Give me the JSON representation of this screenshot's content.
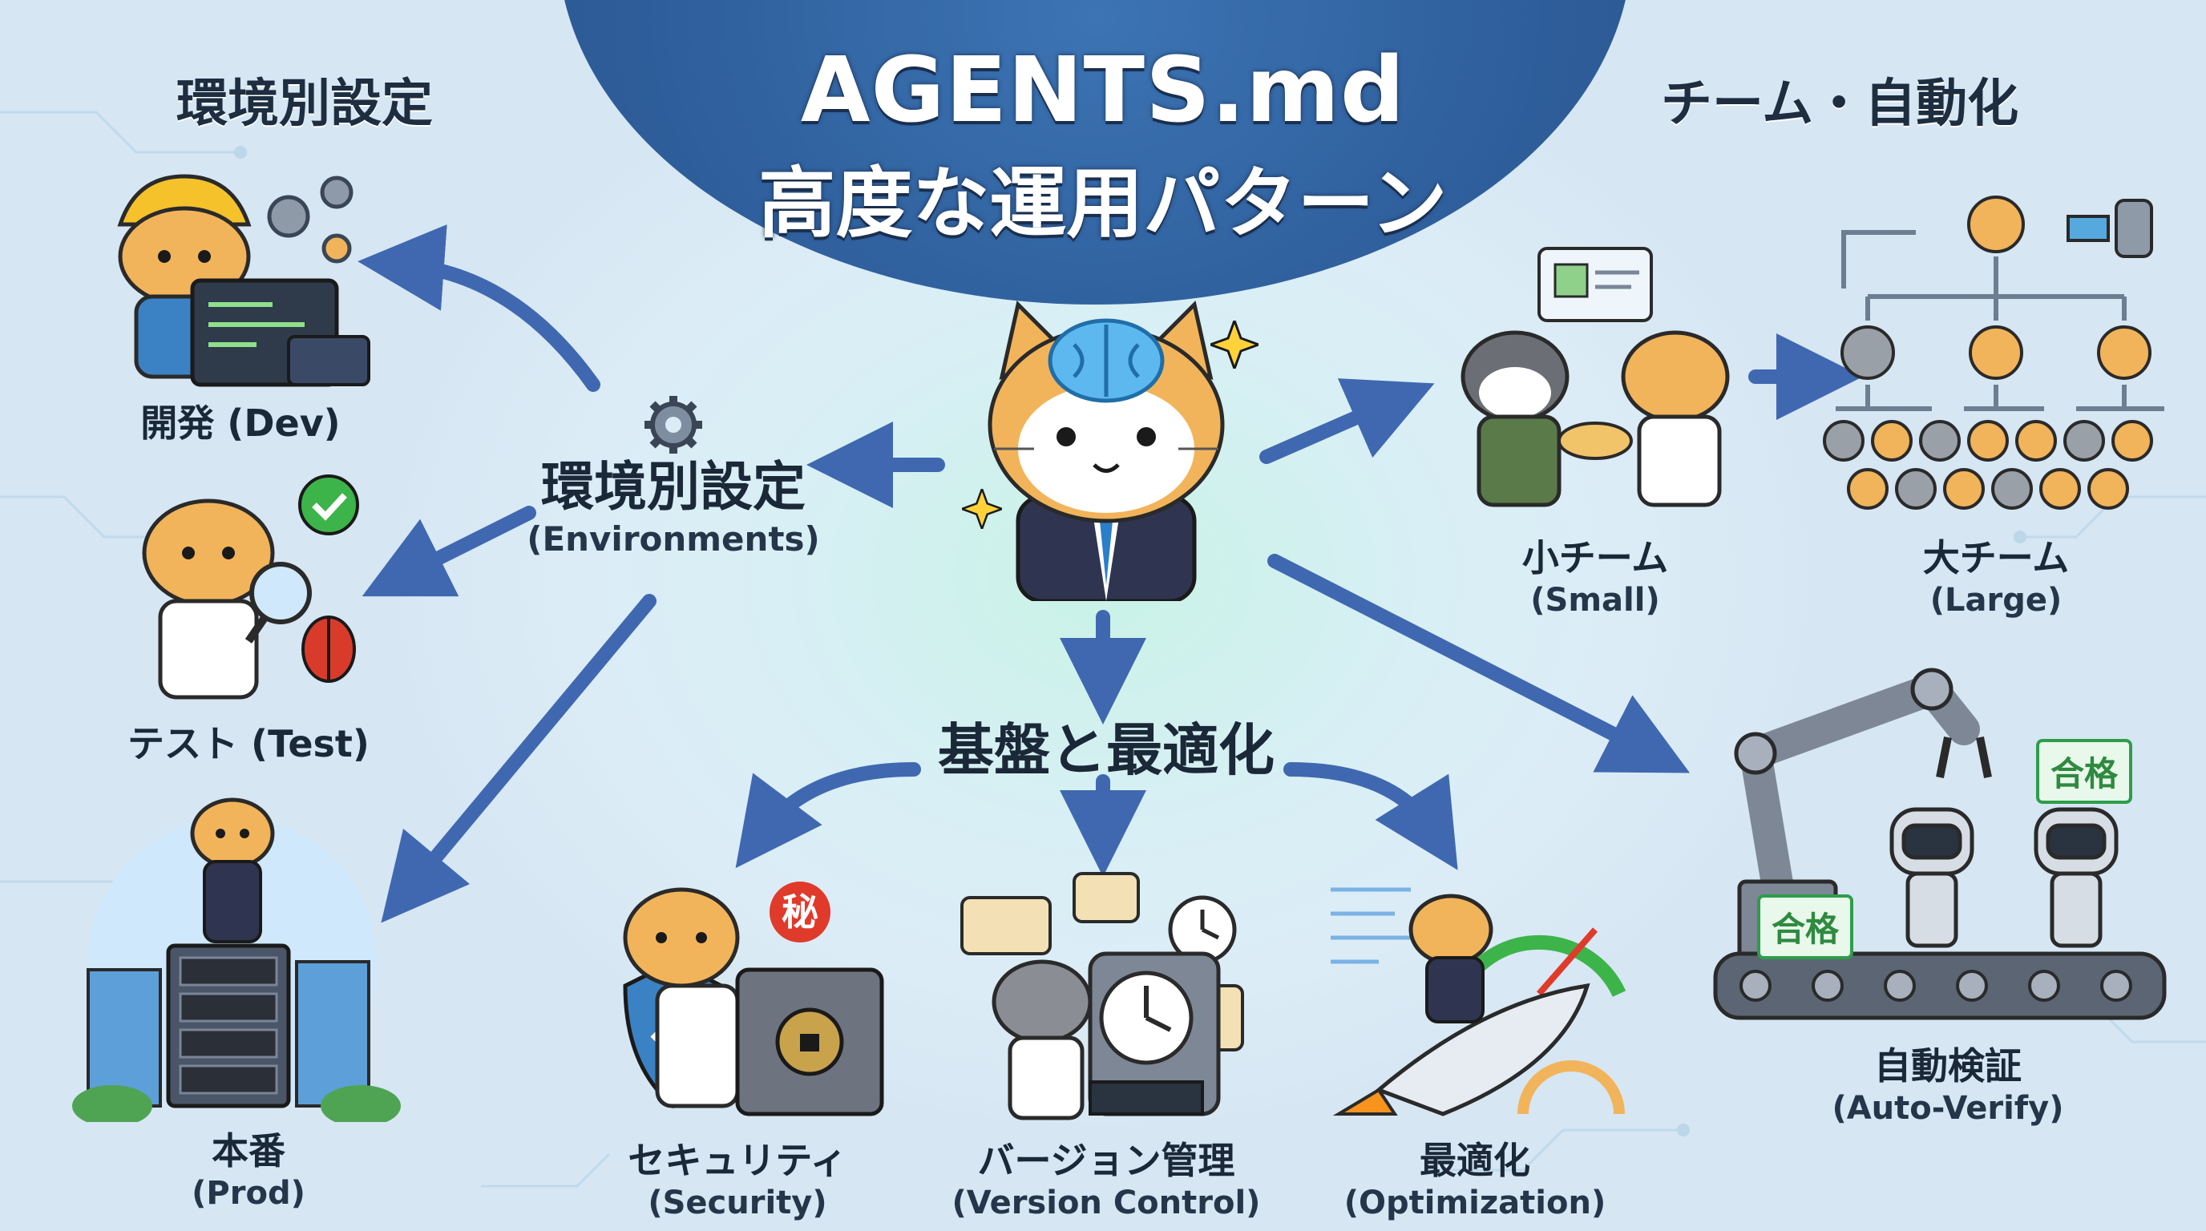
{
  "title": {
    "line1": "AGENTS.md",
    "line2": "高度な運用パターン"
  },
  "corners": {
    "left": "環境別設定",
    "right": "チーム・自動化"
  },
  "hub": {
    "jp": "環境別設定",
    "en": "(Environments)"
  },
  "environments": [
    {
      "jp": "開発 (Dev)",
      "en": ""
    },
    {
      "jp": "テスト (Test)",
      "en": ""
    },
    {
      "jp": "本番",
      "en": "(Prod)"
    }
  ],
  "teams": [
    {
      "jp": "小チーム",
      "en": "(Small)"
    },
    {
      "jp": "大チーム",
      "en": "(Large)"
    }
  ],
  "automation": {
    "jp": "自動検証",
    "en": "(Auto-Verify)",
    "badge": "合格"
  },
  "foundation": {
    "title": "基盤と最適化",
    "items": [
      {
        "jp": "セキュリティ",
        "en": "(Security)",
        "stamp": "秘"
      },
      {
        "jp": "バージョン管理",
        "en": "(Version Control)"
      },
      {
        "jp": "最適化",
        "en": "(Optimization)"
      }
    ]
  },
  "colors": {
    "title_dome": "#2f5f9c",
    "arrow": "#3f68b0",
    "cat_orange": "#f2b45a",
    "pass_green": "#2e9d4a"
  }
}
